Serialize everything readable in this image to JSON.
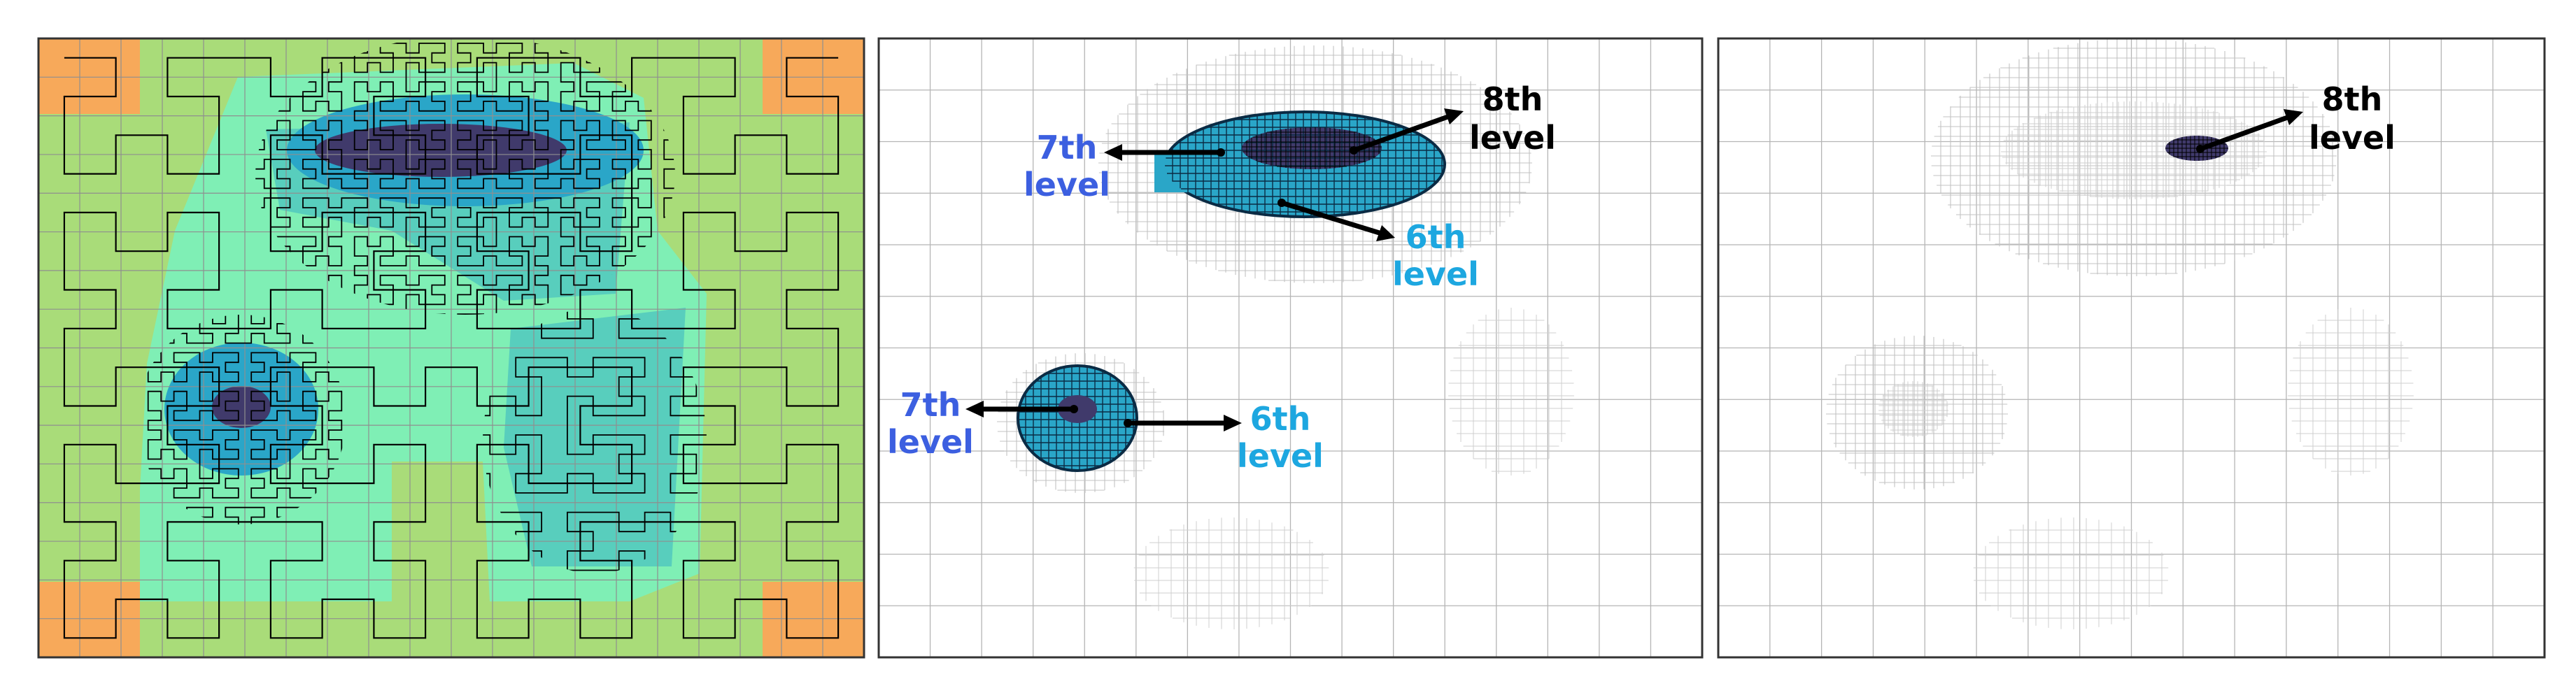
{
  "colors": {
    "level_5": "#a9dc79",
    "level_4_corner": "#f7a95a",
    "level_6": "#7fefb5",
    "level_7": "#2aa6c8",
    "level_8": "#403a6b",
    "grid_line": "#8f8f8f",
    "curve_line": "#000000",
    "label_level_6": "#1da7e0",
    "label_level_7": "#3c5fe0",
    "label_level_8": "#000000",
    "panel_border": "#333333"
  },
  "panels": [
    {
      "id": "panel-colored-curve",
      "description_visible": false
    },
    {
      "id": "panel-refinement-levels",
      "labels": [
        {
          "key": "7th-level-upper",
          "line1": "7th",
          "line2": "level"
        },
        {
          "key": "8th-level-upper",
          "line1": "8th",
          "line2": "level"
        },
        {
          "key": "6th-level-upper",
          "line1": "6th",
          "line2": "level"
        },
        {
          "key": "7th-level-lower",
          "line1": "7th",
          "line2": "level"
        },
        {
          "key": "6th-level-lower",
          "line1": "6th",
          "line2": "level"
        }
      ]
    },
    {
      "id": "panel-finest-level",
      "labels": [
        {
          "key": "8th-level",
          "line1": "8th",
          "line2": "level"
        }
      ]
    }
  ]
}
